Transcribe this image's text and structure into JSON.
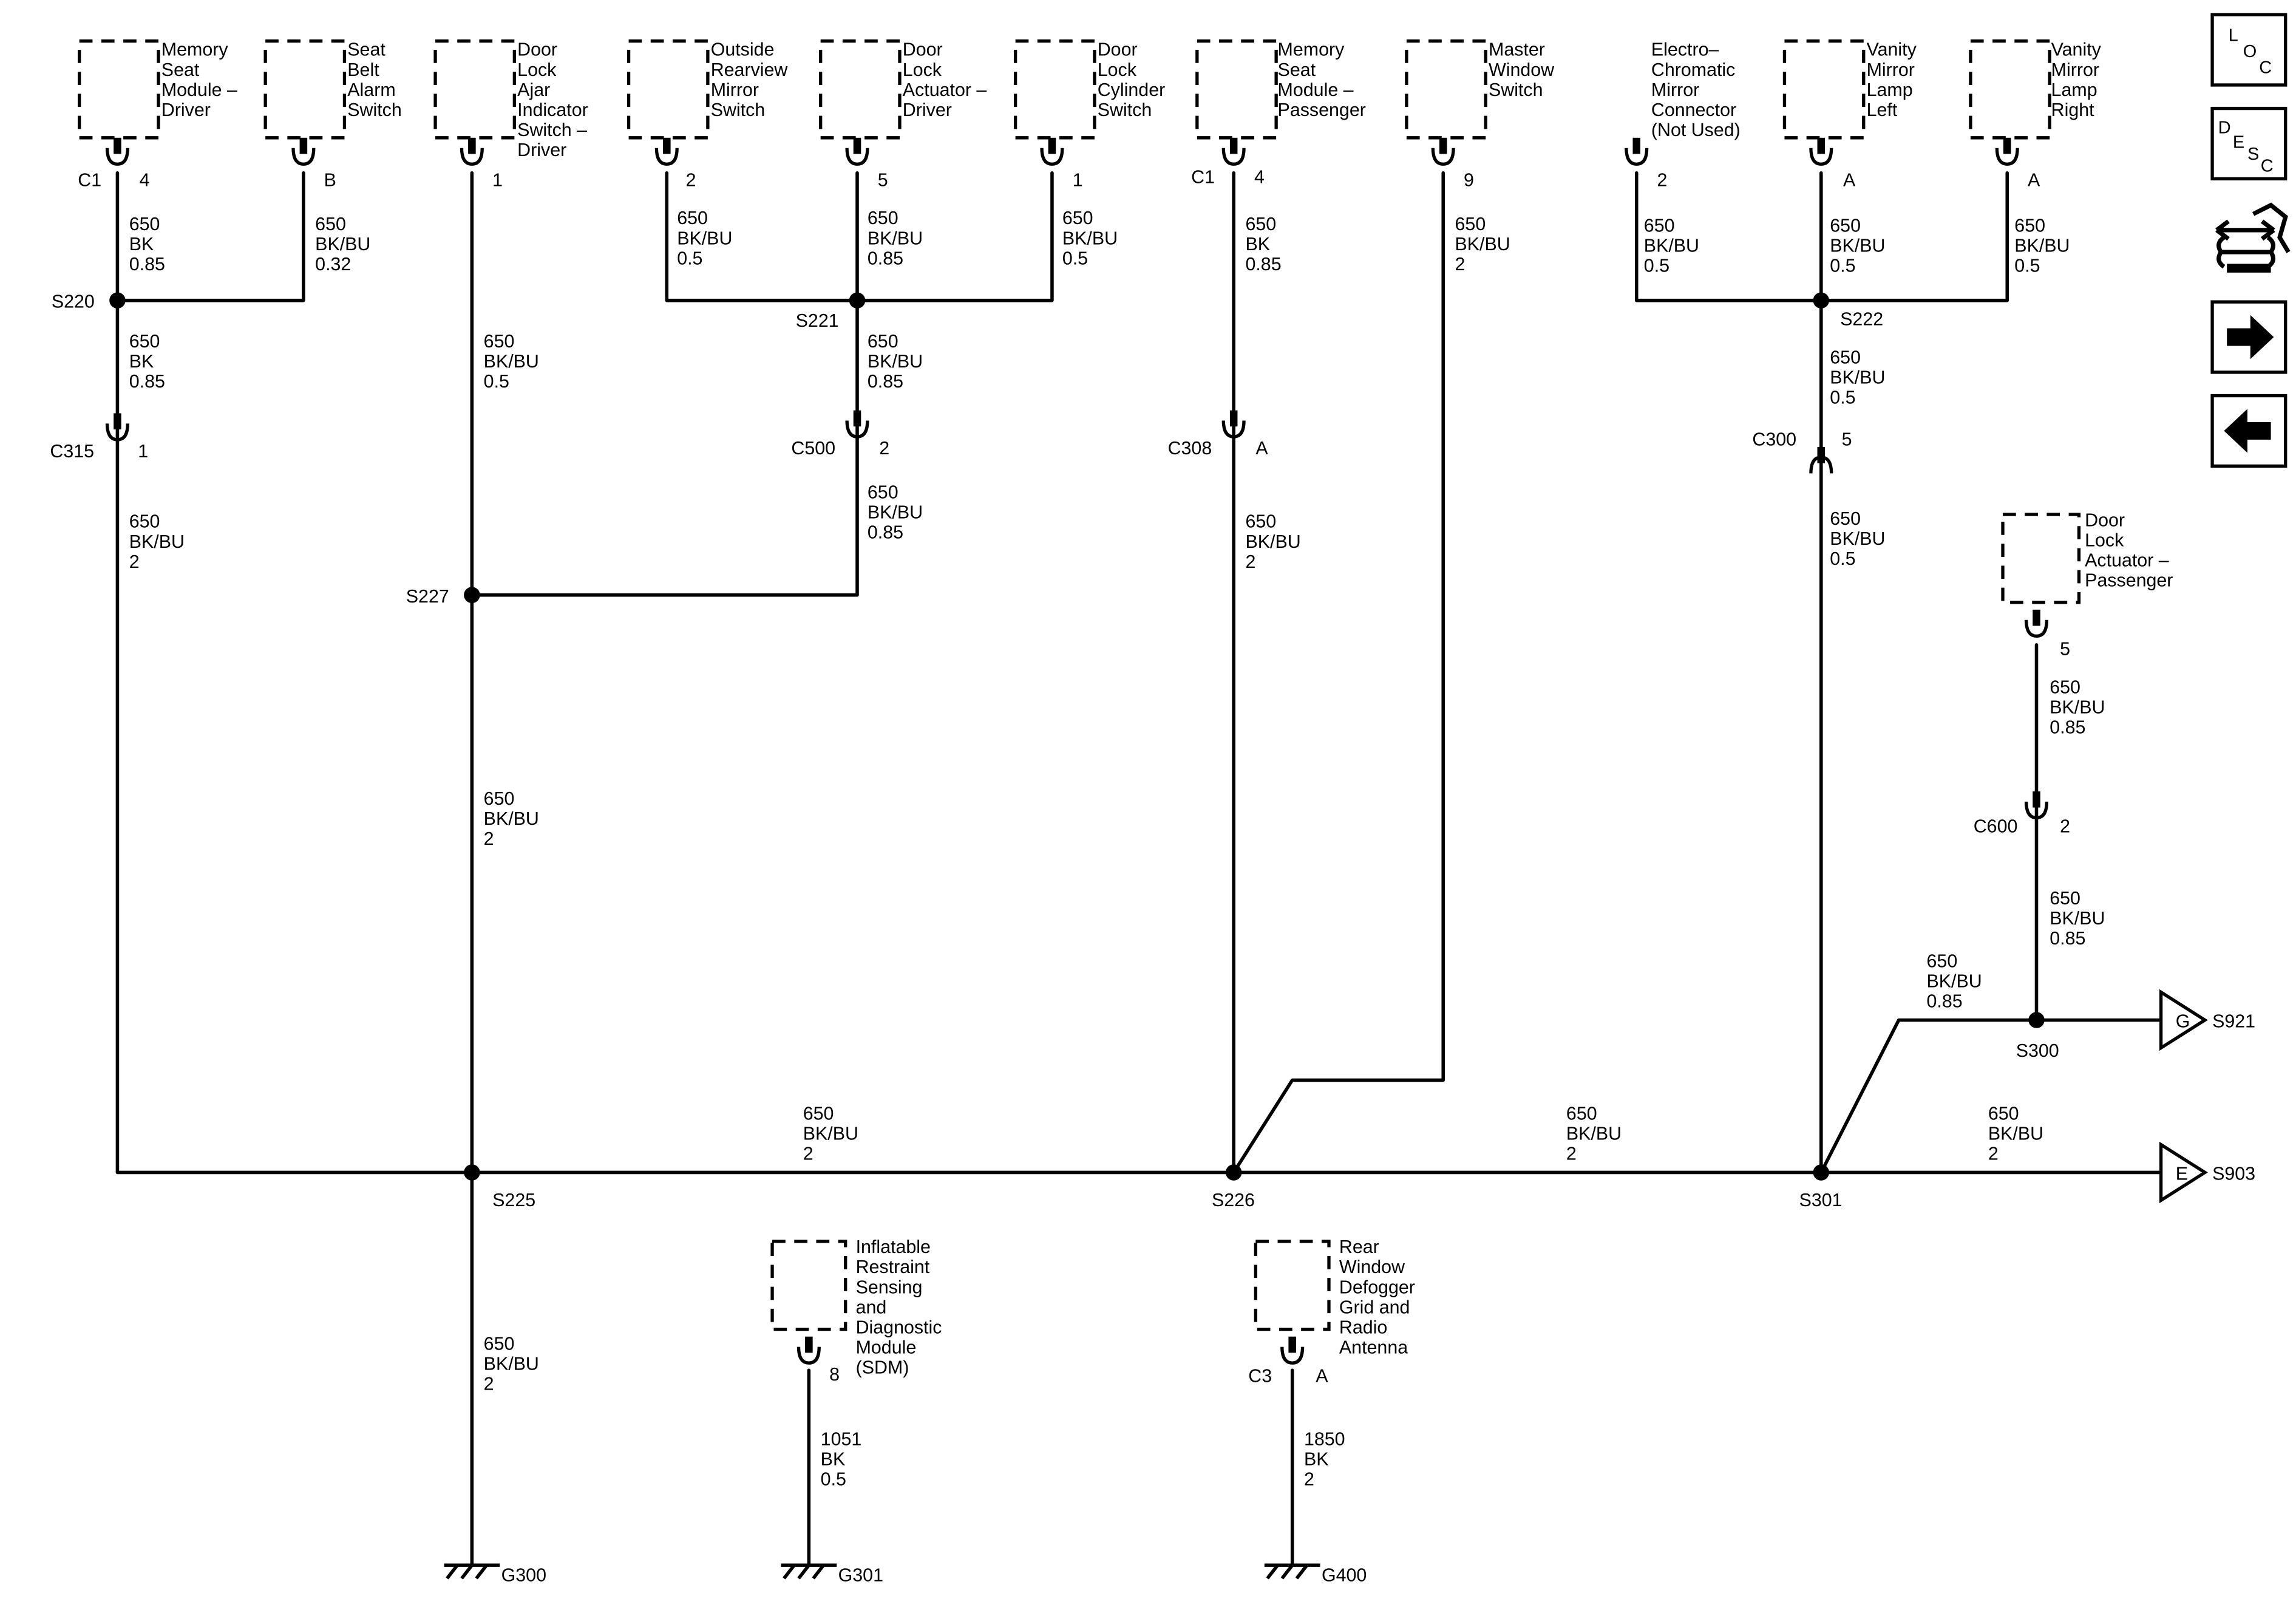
{
  "components": {
    "memory_seat_driver": [
      "Memory",
      "Seat",
      "Module –",
      "Driver"
    ],
    "seat_belt_alarm": [
      "Seat",
      "Belt",
      "Alarm",
      "Switch"
    ],
    "door_lock_ajar": [
      "Door",
      "Lock",
      "Ajar",
      "Indicator",
      "Switch –",
      "Driver"
    ],
    "outside_mirror": [
      "Outside",
      "Rearview",
      "Mirror",
      "Switch"
    ],
    "door_lock_actuator_driver": [
      "Door",
      "Lock",
      "Actuator –",
      "Driver"
    ],
    "door_lock_cylinder": [
      "Door",
      "Lock",
      "Cylinder",
      "Switch"
    ],
    "memory_seat_passenger": [
      "Memory",
      "Seat",
      "Module –",
      "Passenger"
    ],
    "master_window": [
      "Master",
      "Window",
      "Switch"
    ],
    "electrochromic_mirror": [
      "Electro–",
      "Chromatic",
      "Mirror",
      "Connector",
      "(Not Used)"
    ],
    "vanity_left": [
      "Vanity",
      "Mirror",
      "Lamp",
      "Left"
    ],
    "vanity_right": [
      "Vanity",
      "Mirror",
      "Lamp",
      "Right"
    ],
    "door_lock_actuator_passenger": [
      "Door",
      "Lock",
      "Actuator –",
      "Passenger"
    ],
    "sdm": [
      "Inflatable",
      "Restraint",
      "Sensing",
      "and",
      "Diagnostic",
      "Module",
      "(SDM)"
    ],
    "rear_defogger": [
      "Rear",
      "Window",
      "Defogger",
      "Grid and",
      "Radio",
      "Antenna"
    ]
  },
  "pins": {
    "memory_seat_driver": {
      "conn": "C1",
      "pin": "4"
    },
    "seat_belt_alarm": {
      "pin": "B"
    },
    "door_lock_ajar": {
      "pin": "1"
    },
    "outside_mirror": {
      "pin": "2"
    },
    "door_lock_actuator_driver": {
      "pin": "5"
    },
    "door_lock_cylinder": {
      "pin": "1"
    },
    "memory_seat_passenger": {
      "conn": "C1",
      "pin": "4"
    },
    "master_window": {
      "pin": "9"
    },
    "electrochromic_mirror": {
      "pin": "2"
    },
    "vanity_left": {
      "pin": "A"
    },
    "vanity_right": {
      "pin": "A"
    },
    "door_lock_actuator_passenger": {
      "pin": "5"
    },
    "sdm": {
      "pin": "8"
    },
    "rear_defogger": {
      "conn": "C3",
      "pin": "A"
    }
  },
  "inline_connectors": {
    "c315": {
      "name": "C315",
      "pin": "1"
    },
    "c500": {
      "name": "C500",
      "pin": "2"
    },
    "c308": {
      "name": "C308",
      "pin": "A"
    },
    "c300": {
      "name": "C300",
      "pin": "5"
    },
    "c600": {
      "name": "C600",
      "pin": "2"
    }
  },
  "splices": {
    "s220": "S220",
    "s221": "S221",
    "s222": "S222",
    "s227": "S227",
    "s225": "S225",
    "s226": "S226",
    "s301": "S301",
    "s300": "S300"
  },
  "grounds": {
    "g300": "G300",
    "g301": "G301",
    "g400": "G400"
  },
  "offpage": {
    "g": {
      "letter": "G",
      "label": "S921"
    },
    "e": {
      "letter": "E",
      "label": "S903"
    }
  },
  "wires": {
    "w1": [
      "650",
      "BK",
      "0.85"
    ],
    "w2": [
      "650",
      "BK/BU",
      "0.32"
    ],
    "w3": [
      "650",
      "BK",
      "0.85"
    ],
    "w4": [
      "650",
      "BK/BU",
      "2"
    ],
    "w5": [
      "650",
      "BK/BU",
      "0.5"
    ],
    "w6": [
      "650",
      "BK/BU",
      "2"
    ],
    "w7": [
      "650",
      "BK/BU",
      "0.5"
    ],
    "w8": [
      "650",
      "BK/BU",
      "0.85"
    ],
    "w9": [
      "650",
      "BK/BU",
      "0.5"
    ],
    "w10": [
      "650",
      "BK/BU",
      "0.85"
    ],
    "w11": [
      "650",
      "BK/BU",
      "0.85"
    ],
    "w12": [
      "650",
      "BK",
      "0.85"
    ],
    "w13": [
      "650",
      "BK/BU",
      "2"
    ],
    "w14": [
      "650",
      "BK/BU",
      "2"
    ],
    "w15": [
      "650",
      "BK/BU",
      "0.5"
    ],
    "w16": [
      "650",
      "BK/BU",
      "0.5"
    ],
    "w17": [
      "650",
      "BK/BU",
      "0.5"
    ],
    "w18": [
      "650",
      "BK/BU",
      "0.5"
    ],
    "w19": [
      "650",
      "BK/BU",
      "0.5"
    ],
    "w20": [
      "650",
      "BK/BU",
      "0.85"
    ],
    "w21": [
      "650",
      "BK/BU",
      "0.85"
    ],
    "w22": [
      "650",
      "BK/BU",
      "0.85"
    ],
    "w23": [
      "650",
      "BK/BU",
      "2"
    ],
    "w24": [
      "650",
      "BK/BU",
      "2"
    ],
    "w25": [
      "650",
      "BK/BU",
      "2"
    ],
    "w26": [
      "650",
      "BK/BU",
      "2"
    ],
    "w27": [
      "1051",
      "BK",
      "0.5"
    ],
    "w28": [
      "1850",
      "BK",
      "2"
    ]
  },
  "sidebar": {
    "loc": [
      "L",
      "O",
      "C"
    ],
    "desc": [
      "D",
      "E",
      "S",
      "C"
    ],
    "schematic_icon": "connector-schematic-icon",
    "next_icon": "arrow-right-icon",
    "prev_icon": "arrow-left-icon"
  }
}
